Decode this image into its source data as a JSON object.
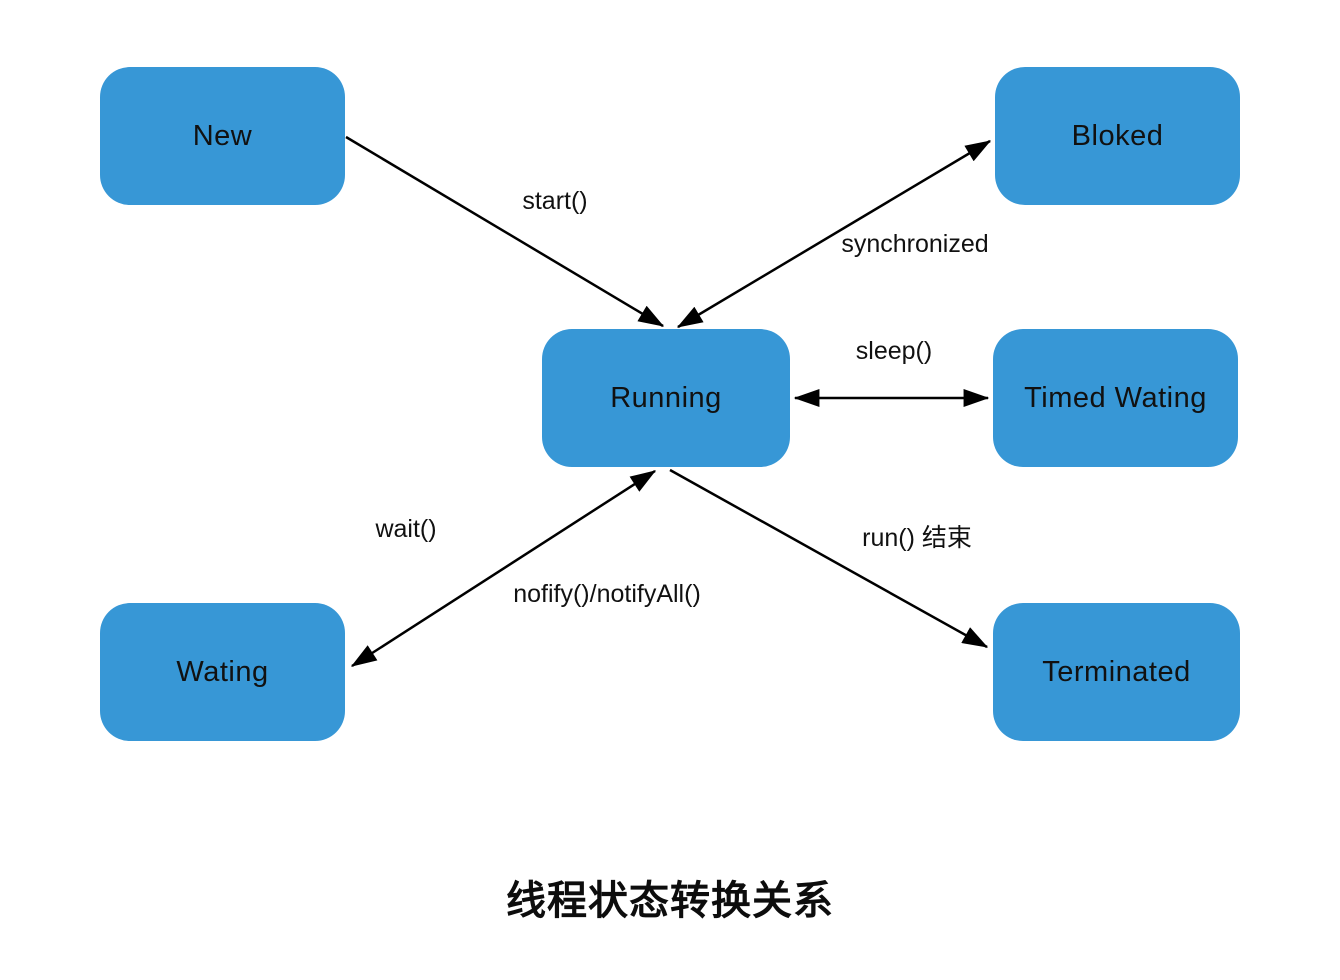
{
  "title": "线程状态转换关系",
  "colors": {
    "node_fill": "#3797d6",
    "edge_stroke": "#000000",
    "text": "#111111",
    "background": "#ffffff"
  },
  "nodes": {
    "new": {
      "label": "New"
    },
    "bloked": {
      "label": "Bloked"
    },
    "running": {
      "label": "Running"
    },
    "timed_wating": {
      "label": "Timed Wating"
    },
    "wating": {
      "label": "Wating"
    },
    "terminated": {
      "label": "Terminated"
    }
  },
  "edges": {
    "start": {
      "label": "start()",
      "from": "new",
      "to": "running",
      "arrows": "to"
    },
    "synchronized": {
      "label": "synchronized",
      "from": "running",
      "to": "bloked",
      "arrows": "both"
    },
    "sleep": {
      "label": "sleep()",
      "from": "running",
      "to": "timed_wating",
      "arrows": "both"
    },
    "wait_notify": {
      "label_wait": "wait()",
      "label_notify": "nofify()/notifyAll()",
      "from": "running",
      "to": "wating",
      "arrows": "both"
    },
    "run_end": {
      "label": "run() 结束",
      "from": "running",
      "to": "terminated",
      "arrows": "to"
    }
  }
}
